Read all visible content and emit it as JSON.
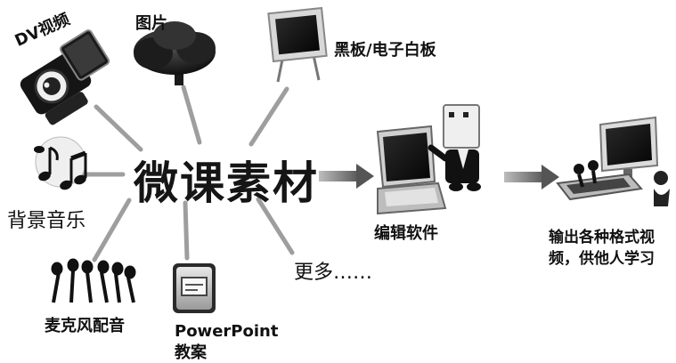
{
  "center": {
    "title": "微课素材"
  },
  "sources": {
    "dv": "DV视频",
    "picture": "图片",
    "board": "黑板/电子白板",
    "music": "背景音乐",
    "mic": "麦克风配音",
    "ppt_line1": "PowerPoint",
    "ppt_line2": "教案",
    "more": "更多……"
  },
  "process": {
    "edit": "编辑软件"
  },
  "output": {
    "line1": "输出各种格式视",
    "line2": "频，供他人学习"
  }
}
